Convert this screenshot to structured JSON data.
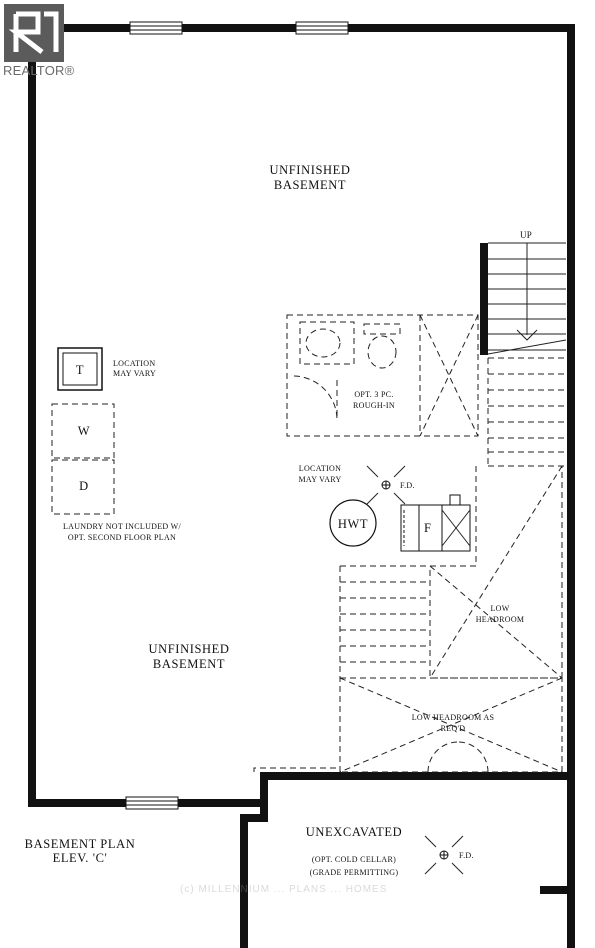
{
  "logo": {
    "text": "REALTOR®"
  },
  "rooms": {
    "upper_basement": [
      "UNFINISHED",
      "BASEMENT"
    ],
    "lower_basement": [
      "UNFINISHED",
      "BASEMENT"
    ],
    "unexcavated": "UNEXCAVATED",
    "cold_cellar": [
      "(OPT. COLD CELLAR)",
      "(GRADE PERMITTING)"
    ]
  },
  "labels": {
    "stairs_up": "UP",
    "tub_location": [
      "LOCATION",
      "MAY VARY"
    ],
    "tub_symbol": "T",
    "washer": "W",
    "dryer": "D",
    "laundry_note": [
      "LAUNDRY NOT INCLUDED W/",
      "OPT. SECOND FLOOR PLAN"
    ],
    "rough_in": [
      "OPT. 3 PC.",
      "ROUGH-IN"
    ],
    "hwt_location": [
      "LOCATION",
      "MAY VARY"
    ],
    "floor_drain": "F.D.",
    "floor_drain_cellar": "F.D.",
    "hwt": "HWT",
    "furnace": "F",
    "low_headroom": [
      "LOW",
      "HEADROOM"
    ],
    "low_headroom_req": [
      "LOW HEADROOM AS",
      "REQ'D"
    ]
  },
  "title": [
    "BASEMENT PLAN",
    "ELEV. 'C'"
  ],
  "watermark": "(c) MILLENNIUM ... PLANS ... HOMES"
}
